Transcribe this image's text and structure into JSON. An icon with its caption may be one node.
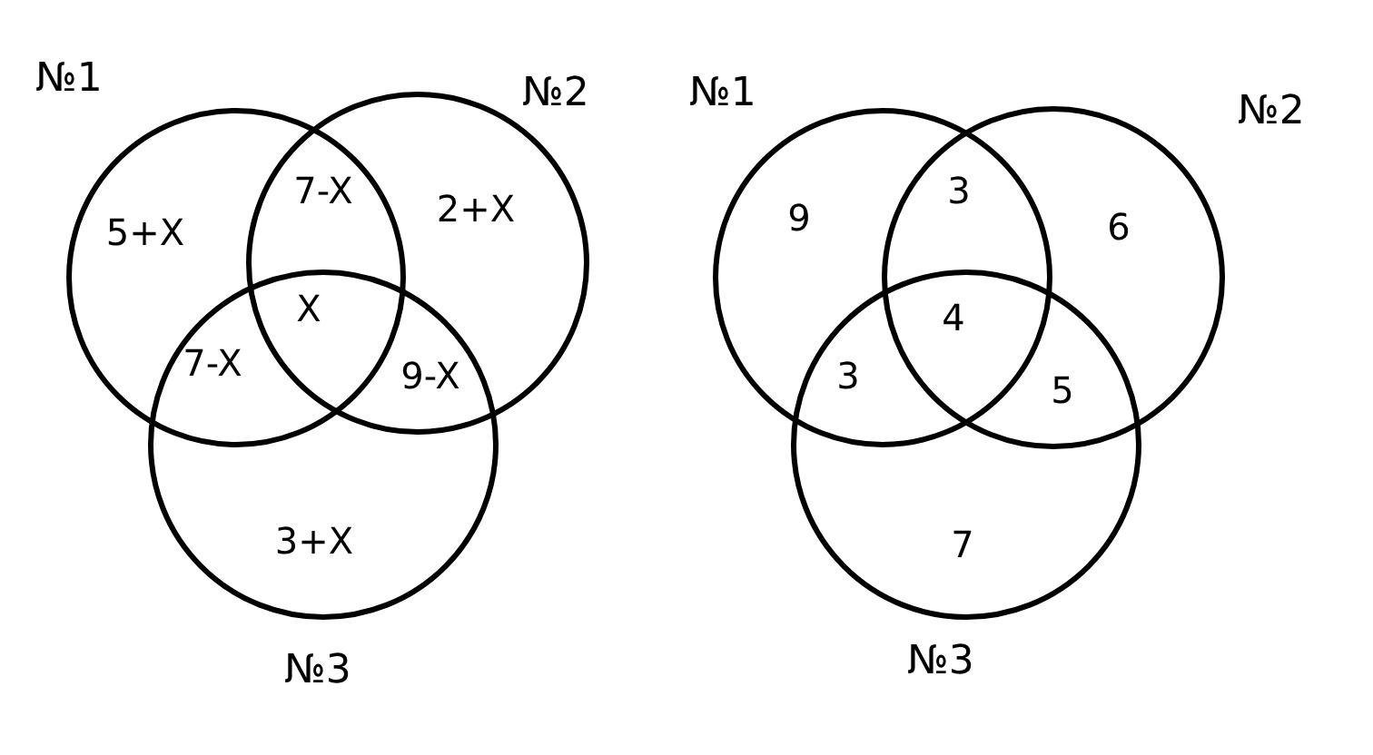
{
  "diagram": {
    "nodes": [
      {
        "text": [
          "№1"
        ]
      },
      {
        "text": [
          "№2"
        ]
      },
      {
        "text": [
          "№3"
        ]
      },
      {
        "text": [
          "№1"
        ]
      },
      {
        "text": [
          "№2"
        ]
      },
      {
        "text": [
          "№3"
        ]
      }
    ],
    "labels": [
      "5+X",
      "7-X",
      "2+X",
      "X",
      "7-X",
      "9-X",
      "3+X",
      "9",
      "3",
      "6",
      "4",
      "3",
      "5",
      "7"
    ]
  }
}
